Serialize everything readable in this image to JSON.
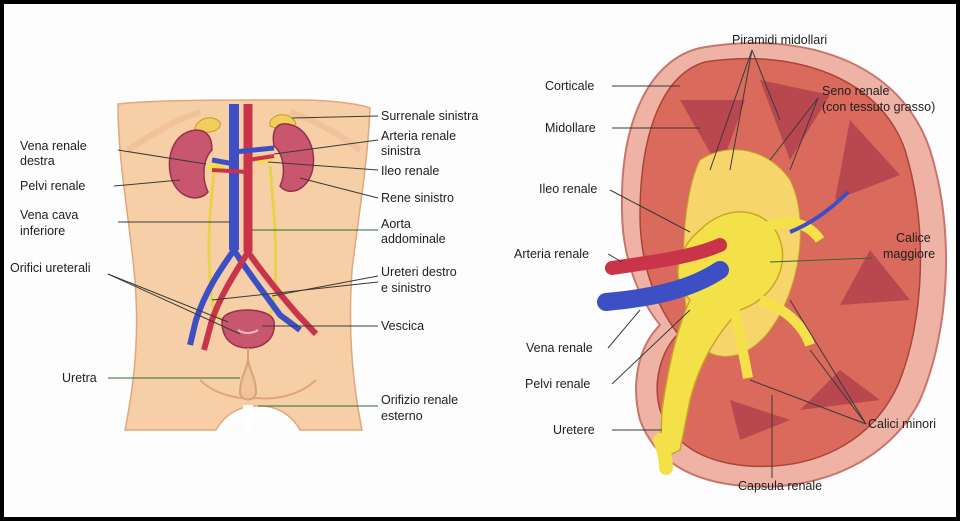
{
  "colors": {
    "skin": "#f6cfa6",
    "kidney": "#c9566f",
    "vein": "#3d4fc4",
    "artery": "#c9344a",
    "pelvis": "#f4e14a",
    "cortex": "#d96a5c",
    "capsule": "#efb3a6"
  },
  "left_panel": {
    "labels": {
      "surrenale_sinistra": "Surrenale sinistra",
      "arteria_renale_sinistra_1": "Arteria renale",
      "arteria_renale_sinistra_2": "sinistra",
      "ileo_renale": "Ileo renale",
      "rene_sinistro": "Rene sinistro",
      "aorta_1": "Aorta",
      "aorta_2": "addominale",
      "ureteri_1": "Ureteri destro",
      "ureteri_2": "e sinistro",
      "vescica": "Vescica",
      "orifizio_1": "Orifizio renale",
      "orifizio_2": "esterno",
      "vena_renale_destra_1": "Vena renale",
      "vena_renale_destra_2": "destra",
      "pelvi_renale": "Pelvi renale",
      "vena_cava_1": "Vena cava",
      "vena_cava_2": "inferiore",
      "orifici_ureterali": "Orifici ureterali",
      "uretra": "Uretra"
    }
  },
  "right_panel": {
    "labels": {
      "piramidi_midollari": "Piramidi midollari",
      "seno_renale_1": "Seno renale",
      "seno_renale_2": "(con tessuto grasso)",
      "corticale": "Corticale",
      "midollare": "Midollare",
      "ileo_renale": "Ileo renale",
      "arteria_renale": "Arteria renale",
      "calice_maggiore_1": "Calice",
      "calice_maggiore_2": "maggiore",
      "vena_renale": "Vena renale",
      "pelvi_renale": "Pelvi renale",
      "uretere": "Uretere",
      "calici_minori": "Calici minori",
      "capsula_renale": "Capsula renale"
    }
  }
}
